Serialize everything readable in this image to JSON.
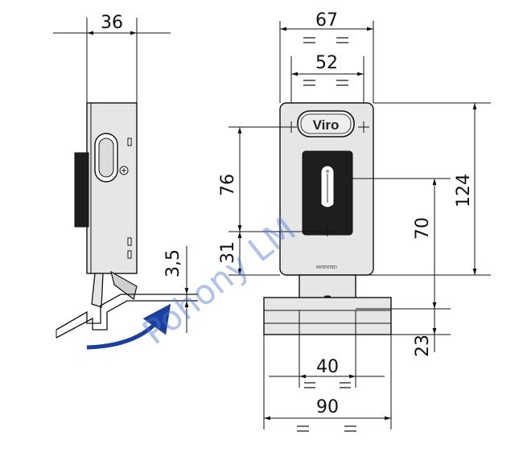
{
  "drawing": {
    "dims": {
      "side_width": "36",
      "gap": "3,5",
      "outer_width": "67",
      "inner_width": "52",
      "upper_height": "76",
      "lower_height": "31",
      "total_height": "124",
      "cylinder_height": "70",
      "base_height": "23",
      "stem_width": "40",
      "base_width": "90"
    },
    "logo": "Viro",
    "patent_label": "PATENTED",
    "watermark": "Pohony LM"
  },
  "colors": {
    "body_fill": "#e6e6e6",
    "dark_fill": "#1e1e1e",
    "arrow": "#1a3f9c",
    "watermark": "#4f78d6"
  }
}
